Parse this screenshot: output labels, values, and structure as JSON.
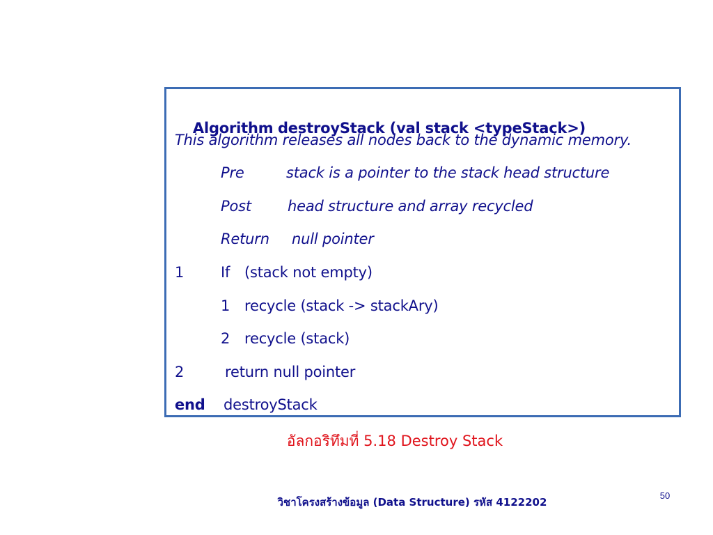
{
  "algorithm": {
    "header_keyword": "Algorithm",
    "header_signature": "destroyStack (val stack <typeStack>)",
    "description": "This algorithm releases all nodes back to the dynamic memory.",
    "pre_label": "Pre",
    "pre_text": "stack is a pointer to the stack head structure",
    "post_label": "Post",
    "post_text": "head structure and array recycled",
    "return_label": "Return",
    "return_text": "null pointer",
    "steps": [
      {
        "num": "1",
        "keyword": "If",
        "text": "(stack not empty)"
      },
      {
        "num": "1",
        "text": "recycle (stack -> stackAry)"
      },
      {
        "num": "2",
        "text": "recycle (stack)"
      },
      {
        "num": "2",
        "text": "return null pointer"
      }
    ],
    "end_keyword": "end",
    "end_name": "destroyStack"
  },
  "caption": "อัลกอริทึมที่ 5.18 Destroy Stack",
  "footer": "วิชาโครงสร้างข้อมูล (Data Structure) รหัส 4122202",
  "page_number": "50",
  "colors": {
    "text_blue": "#10108c",
    "border_blue": "#3c6cb4",
    "caption_red": "#e0141c"
  }
}
